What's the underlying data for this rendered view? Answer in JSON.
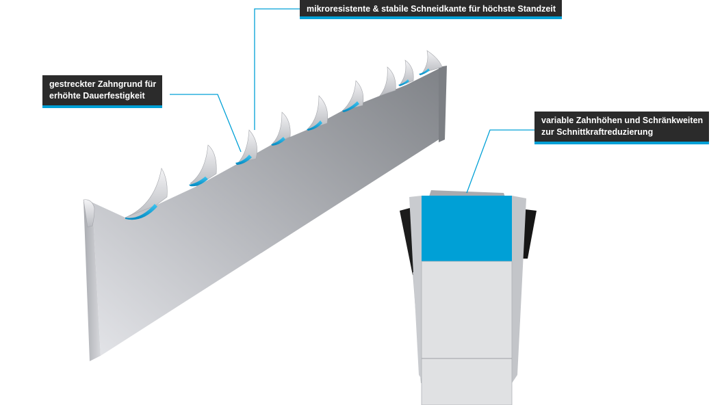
{
  "callouts": {
    "edge": {
      "line1": "mikroresistente & stabile Schneidkante für höchste Standzeit"
    },
    "root": {
      "line1": "gestreckter Zahngrund für",
      "line2": "erhöhte Dauerfestigkeit"
    },
    "height": {
      "line1": "variable Zahnhöhen und Schränkweiten",
      "line2": "zur Schnittkraftreduzierung"
    }
  },
  "icons": [
    "saw-blade-illustration",
    "tooth-set-cross-section-illustration"
  ],
  "colors": {
    "accent": "#00a0d6",
    "callout_bg": "#2b2b2b",
    "callout_text": "#ffffff",
    "steel_dark": "#8c8f94",
    "steel_light": "#d8dade",
    "set_dark": "#1a1a1a"
  }
}
